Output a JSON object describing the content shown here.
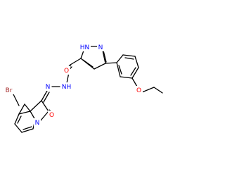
{
  "colors": {
    "background": "#ffffff",
    "bond": "#000000",
    "nitrogen": "#0000ff",
    "oxygen": "#ff0000",
    "bromine": "#a52a2a"
  },
  "atom_labels": {
    "o_amide": "O",
    "nh_pyrazole": "HN",
    "n_pyrazole": "N",
    "nh_amide": "NH",
    "n_hydrazone": "N",
    "br": "Br",
    "o_ketone": "O",
    "n_indole": "N",
    "o_ether": "O"
  }
}
